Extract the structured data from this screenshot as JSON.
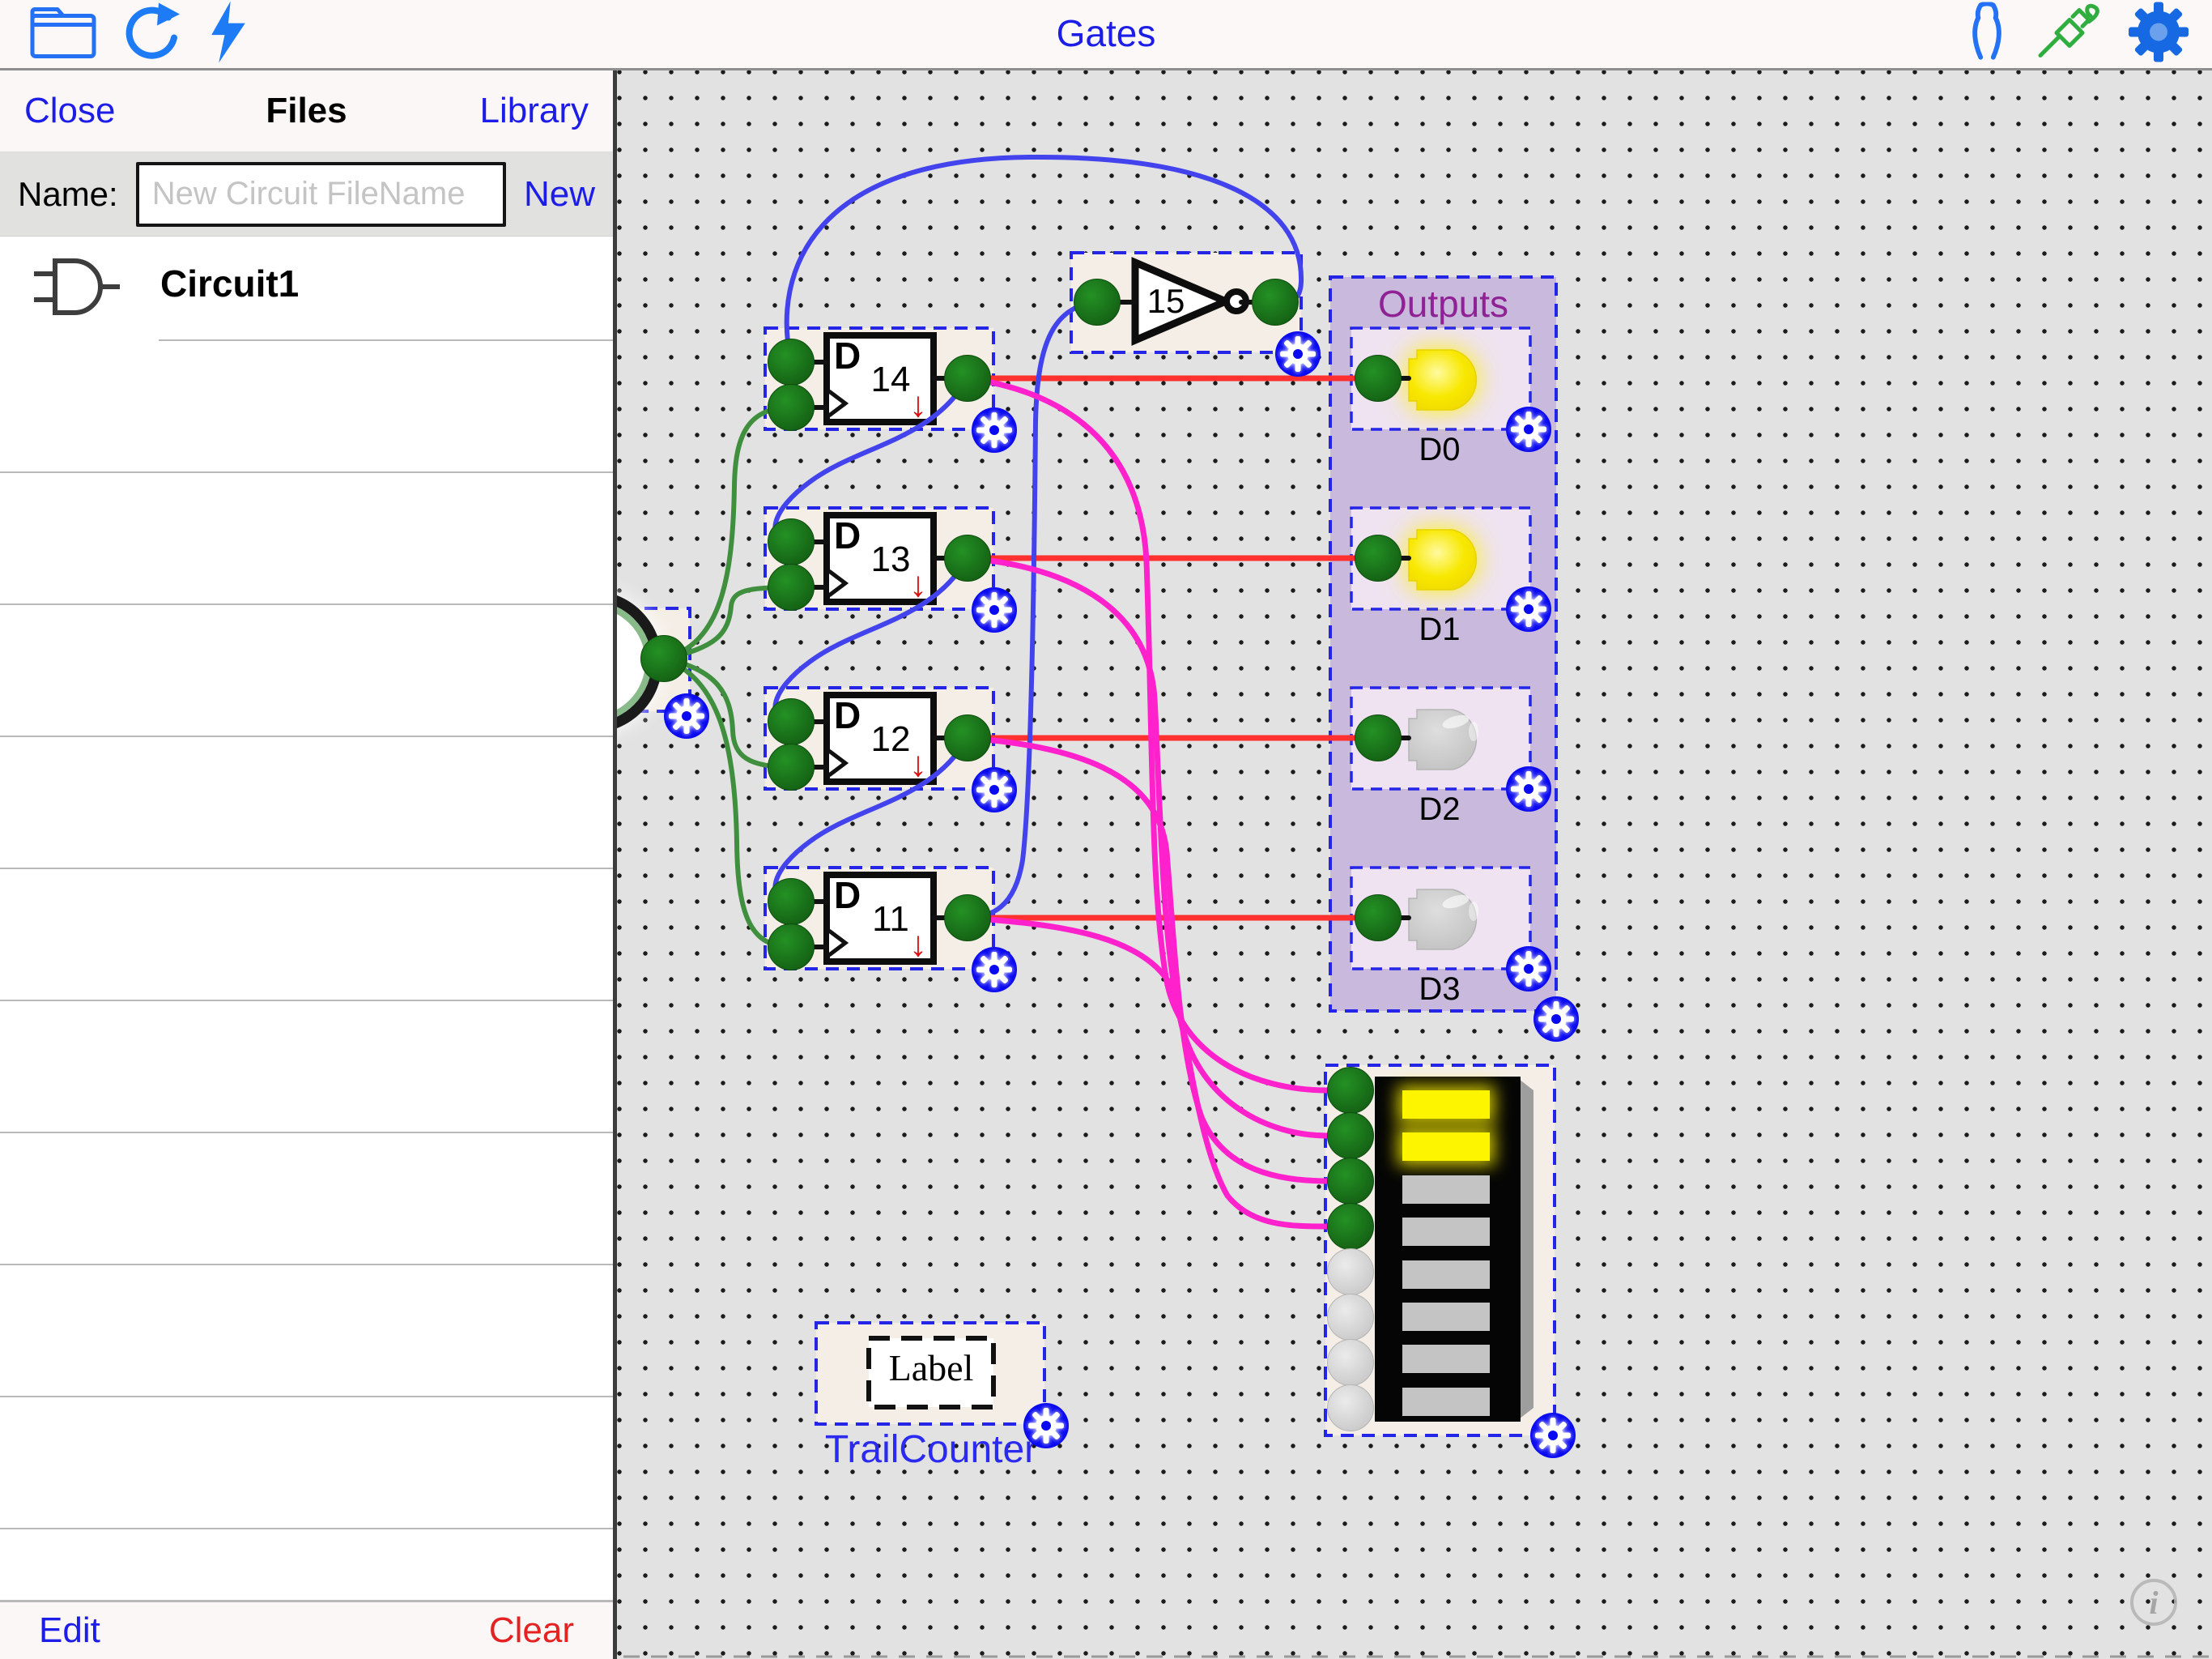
{
  "topbar": {
    "title": "Gates",
    "left_icons": [
      "folder-icon",
      "redo-icon",
      "lightning-icon"
    ],
    "right_icons": [
      "pliers-icon",
      "probe-icon",
      "settings-gear-icon"
    ]
  },
  "sidebar": {
    "close": "Close",
    "title": "Files",
    "library": "Library",
    "name_label": "Name:",
    "name_placeholder": "New Circuit FileName",
    "new_button": "New",
    "files": [
      {
        "name": "Circuit1",
        "icon": "and-gate-icon"
      }
    ],
    "edit": "Edit",
    "clear": "Clear"
  },
  "circuit": {
    "flipflops": [
      {
        "label": "14",
        "type": "D"
      },
      {
        "label": "13",
        "type": "D"
      },
      {
        "label": "12",
        "type": "D"
      },
      {
        "label": "11",
        "type": "D"
      }
    ],
    "inverter": {
      "label": "15"
    },
    "outputs": {
      "title": "Outputs",
      "leds": [
        {
          "label": "D0",
          "lit": true
        },
        {
          "label": "D1",
          "lit": true
        },
        {
          "label": "D2",
          "lit": false
        },
        {
          "label": "D3",
          "lit": false
        }
      ]
    },
    "bargraph": {
      "segments_total": 8,
      "segments_lit": 2,
      "pins_total": 8,
      "pins_connected": 4
    },
    "text_label": {
      "text": "Label",
      "caption": "TrailCounter"
    },
    "info_badge": "i"
  },
  "colors": {
    "link_blue": "#1d1de8",
    "clear_red": "#e42222",
    "wire_green": "#3f8f3f",
    "wire_blue": "#4343ee",
    "wire_red": "#ff3030",
    "wire_magenta": "#ff22cc",
    "selection_blue": "#2525e8",
    "pin_green": "#1d7d1d",
    "gear_blue": "#0a0af0",
    "led_on": "#f8e800",
    "outputs_title_purple": "#8f2395",
    "component_bg": "#f4eee6",
    "outputs_group_bg": "#c9b9dc",
    "outputs_cell_bg": "#efe3f1",
    "canvas_bg": "#e2e2e2"
  }
}
